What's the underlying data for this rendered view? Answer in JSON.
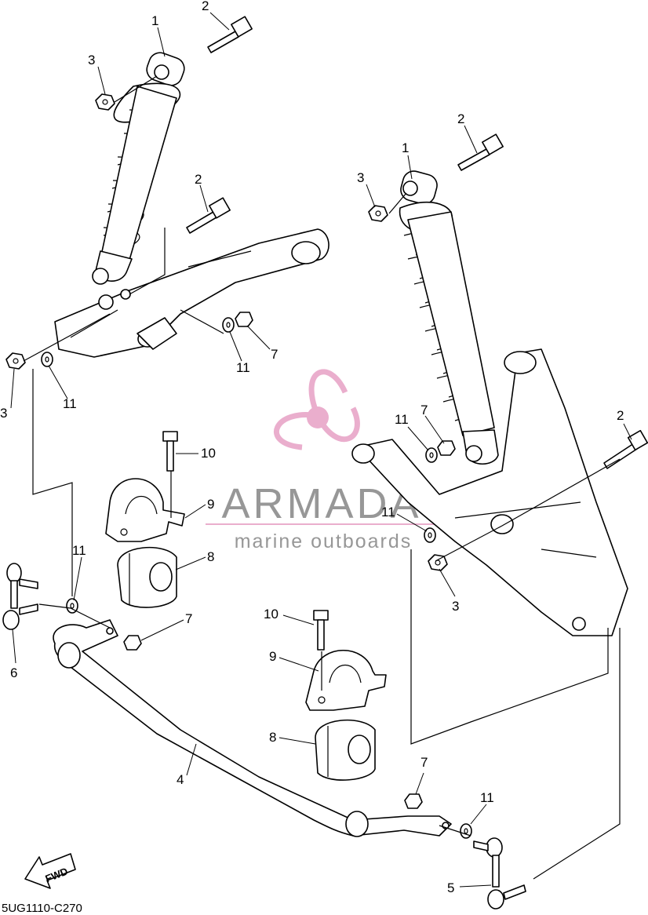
{
  "diagram": {
    "drawing_code": "5UG1110-C270",
    "fwd_label": "FWD",
    "callouts": {
      "c1a": "1",
      "c1b": "1",
      "c2a": "2",
      "c2b": "2",
      "c2c": "2",
      "c2d": "2",
      "c3a": "3",
      "c3b": "3",
      "c3c": "3",
      "c3d": "3",
      "c4": "4",
      "c5": "5",
      "c6": "6",
      "c7a": "7",
      "c7b": "7",
      "c7c": "7",
      "c7d": "7",
      "c8a": "8",
      "c8b": "8",
      "c9a": "9",
      "c9b": "9",
      "c10a": "10",
      "c10b": "10",
      "c11a": "11",
      "c11b": "11",
      "c11c": "11",
      "c11d": "11",
      "c11e": "11"
    }
  },
  "watermark": {
    "brand": "ARMADA",
    "tagline": "marine outboards",
    "color": "#e8a6c8",
    "text_color": "#8c8c8c"
  }
}
